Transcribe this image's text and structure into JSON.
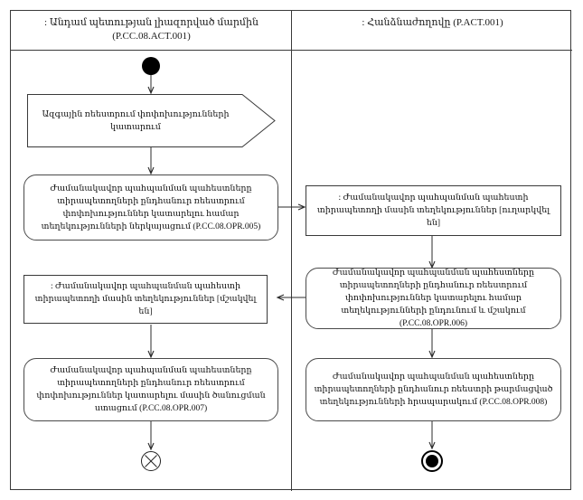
{
  "diagram": {
    "type": "uml-activity-diagram",
    "lanes": [
      {
        "id": "lane-left",
        "title": ": Անդամ պետության լիազորված մարմին (P.CC.08.ACT.001)"
      },
      {
        "id": "lane-right",
        "title": ": Հանձնաժողովը (P.ACT.001)"
      }
    ],
    "lane_titles": {
      "left_line1": ": Անդամ պետության լիազորված մարմին",
      "left_line2": "(P.CC.08.ACT.001)",
      "right_line1": ": Հանձնաժողովը (P.ACT.001)"
    },
    "nodes": {
      "initial": {
        "kind": "initial-node",
        "lane": "lane-left"
      },
      "signal": {
        "kind": "send-signal-action",
        "lane": "lane-left",
        "label": "Ազգային ռեեստրում փոփոխությունների կատարում"
      },
      "action_opr005": {
        "kind": "action",
        "lane": "lane-left",
        "label": "Ժամանակավոր պահպանման պահեստները տիրապետողների ընդհանուր ռեեստրում փոփոխություններ կատարելու համար տեղեկությունների ներկայացում (P.CC.08.OPR.005)",
        "code": "P.CC.08.OPR.005"
      },
      "object_sent": {
        "kind": "object-node",
        "lane": "lane-right",
        "label": ": Ժամանակավոր պահպանման պահեստի տիրապետողի մասին տեղեկություններ [ուղարկվել են]",
        "state": "[ուղարկվել են]"
      },
      "action_opr006": {
        "kind": "action",
        "lane": "lane-right",
        "label": "Ժամանակավոր պահպանման պահեստները տիրապետողների ընդհանուր ռեեստրում փոփոխություններ կատարելու համար տեղեկությունների ընդունում և մշակում (P.CC.08.OPR.006)",
        "code": "P.CC.08.OPR.006"
      },
      "object_processed": {
        "kind": "object-node",
        "lane": "lane-left",
        "label": ": Ժամանակավոր պահպանման պահեստի տիրապետողի մասին տեղեկություններ [մշակվել են]",
        "state": "[մշակվել են]"
      },
      "action_opr007": {
        "kind": "action",
        "lane": "lane-left",
        "label": "Ժամանակավոր պահպանման պահեստները տիրապետողների ընդհանուր ռեեստրում փոփոխություններ կատարելու մասին ծանուցման ստացում (P.CC.08.OPR.007)",
        "code": "P.CC.08.OPR.007"
      },
      "action_opr008": {
        "kind": "action",
        "lane": "lane-right",
        "label": "Ժամանակավոր պահպանման պահեստները տիրապետողների ընդհանուր ռեեստրի թարմացված տեղեկությունների հրապարակում (P.CC.08.OPR.008)",
        "code": "P.CC.08.OPR.008"
      },
      "flow_final": {
        "kind": "flow-final-node",
        "lane": "lane-left"
      },
      "activity_final": {
        "kind": "activity-final-node",
        "lane": "lane-right"
      }
    },
    "edges": [
      {
        "from": "initial",
        "to": "signal",
        "direction": "down"
      },
      {
        "from": "signal",
        "to": "action_opr005",
        "direction": "down"
      },
      {
        "from": "action_opr005",
        "to": "object_sent",
        "direction": "right"
      },
      {
        "from": "object_sent",
        "to": "action_opr006",
        "direction": "down"
      },
      {
        "from": "action_opr006",
        "to": "object_processed",
        "direction": "left"
      },
      {
        "from": "object_processed",
        "to": "action_opr007",
        "direction": "down"
      },
      {
        "from": "action_opr007",
        "to": "flow_final",
        "direction": "down"
      },
      {
        "from": "action_opr006",
        "to": "action_opr008",
        "direction": "down"
      },
      {
        "from": "action_opr008",
        "to": "activity_final",
        "direction": "down"
      }
    ],
    "colors": {
      "stroke": "#3a3a3a",
      "node_stroke": "#4a4a4a",
      "fill": "#ffffff",
      "text": "#111111",
      "control_node": "#000000"
    }
  }
}
